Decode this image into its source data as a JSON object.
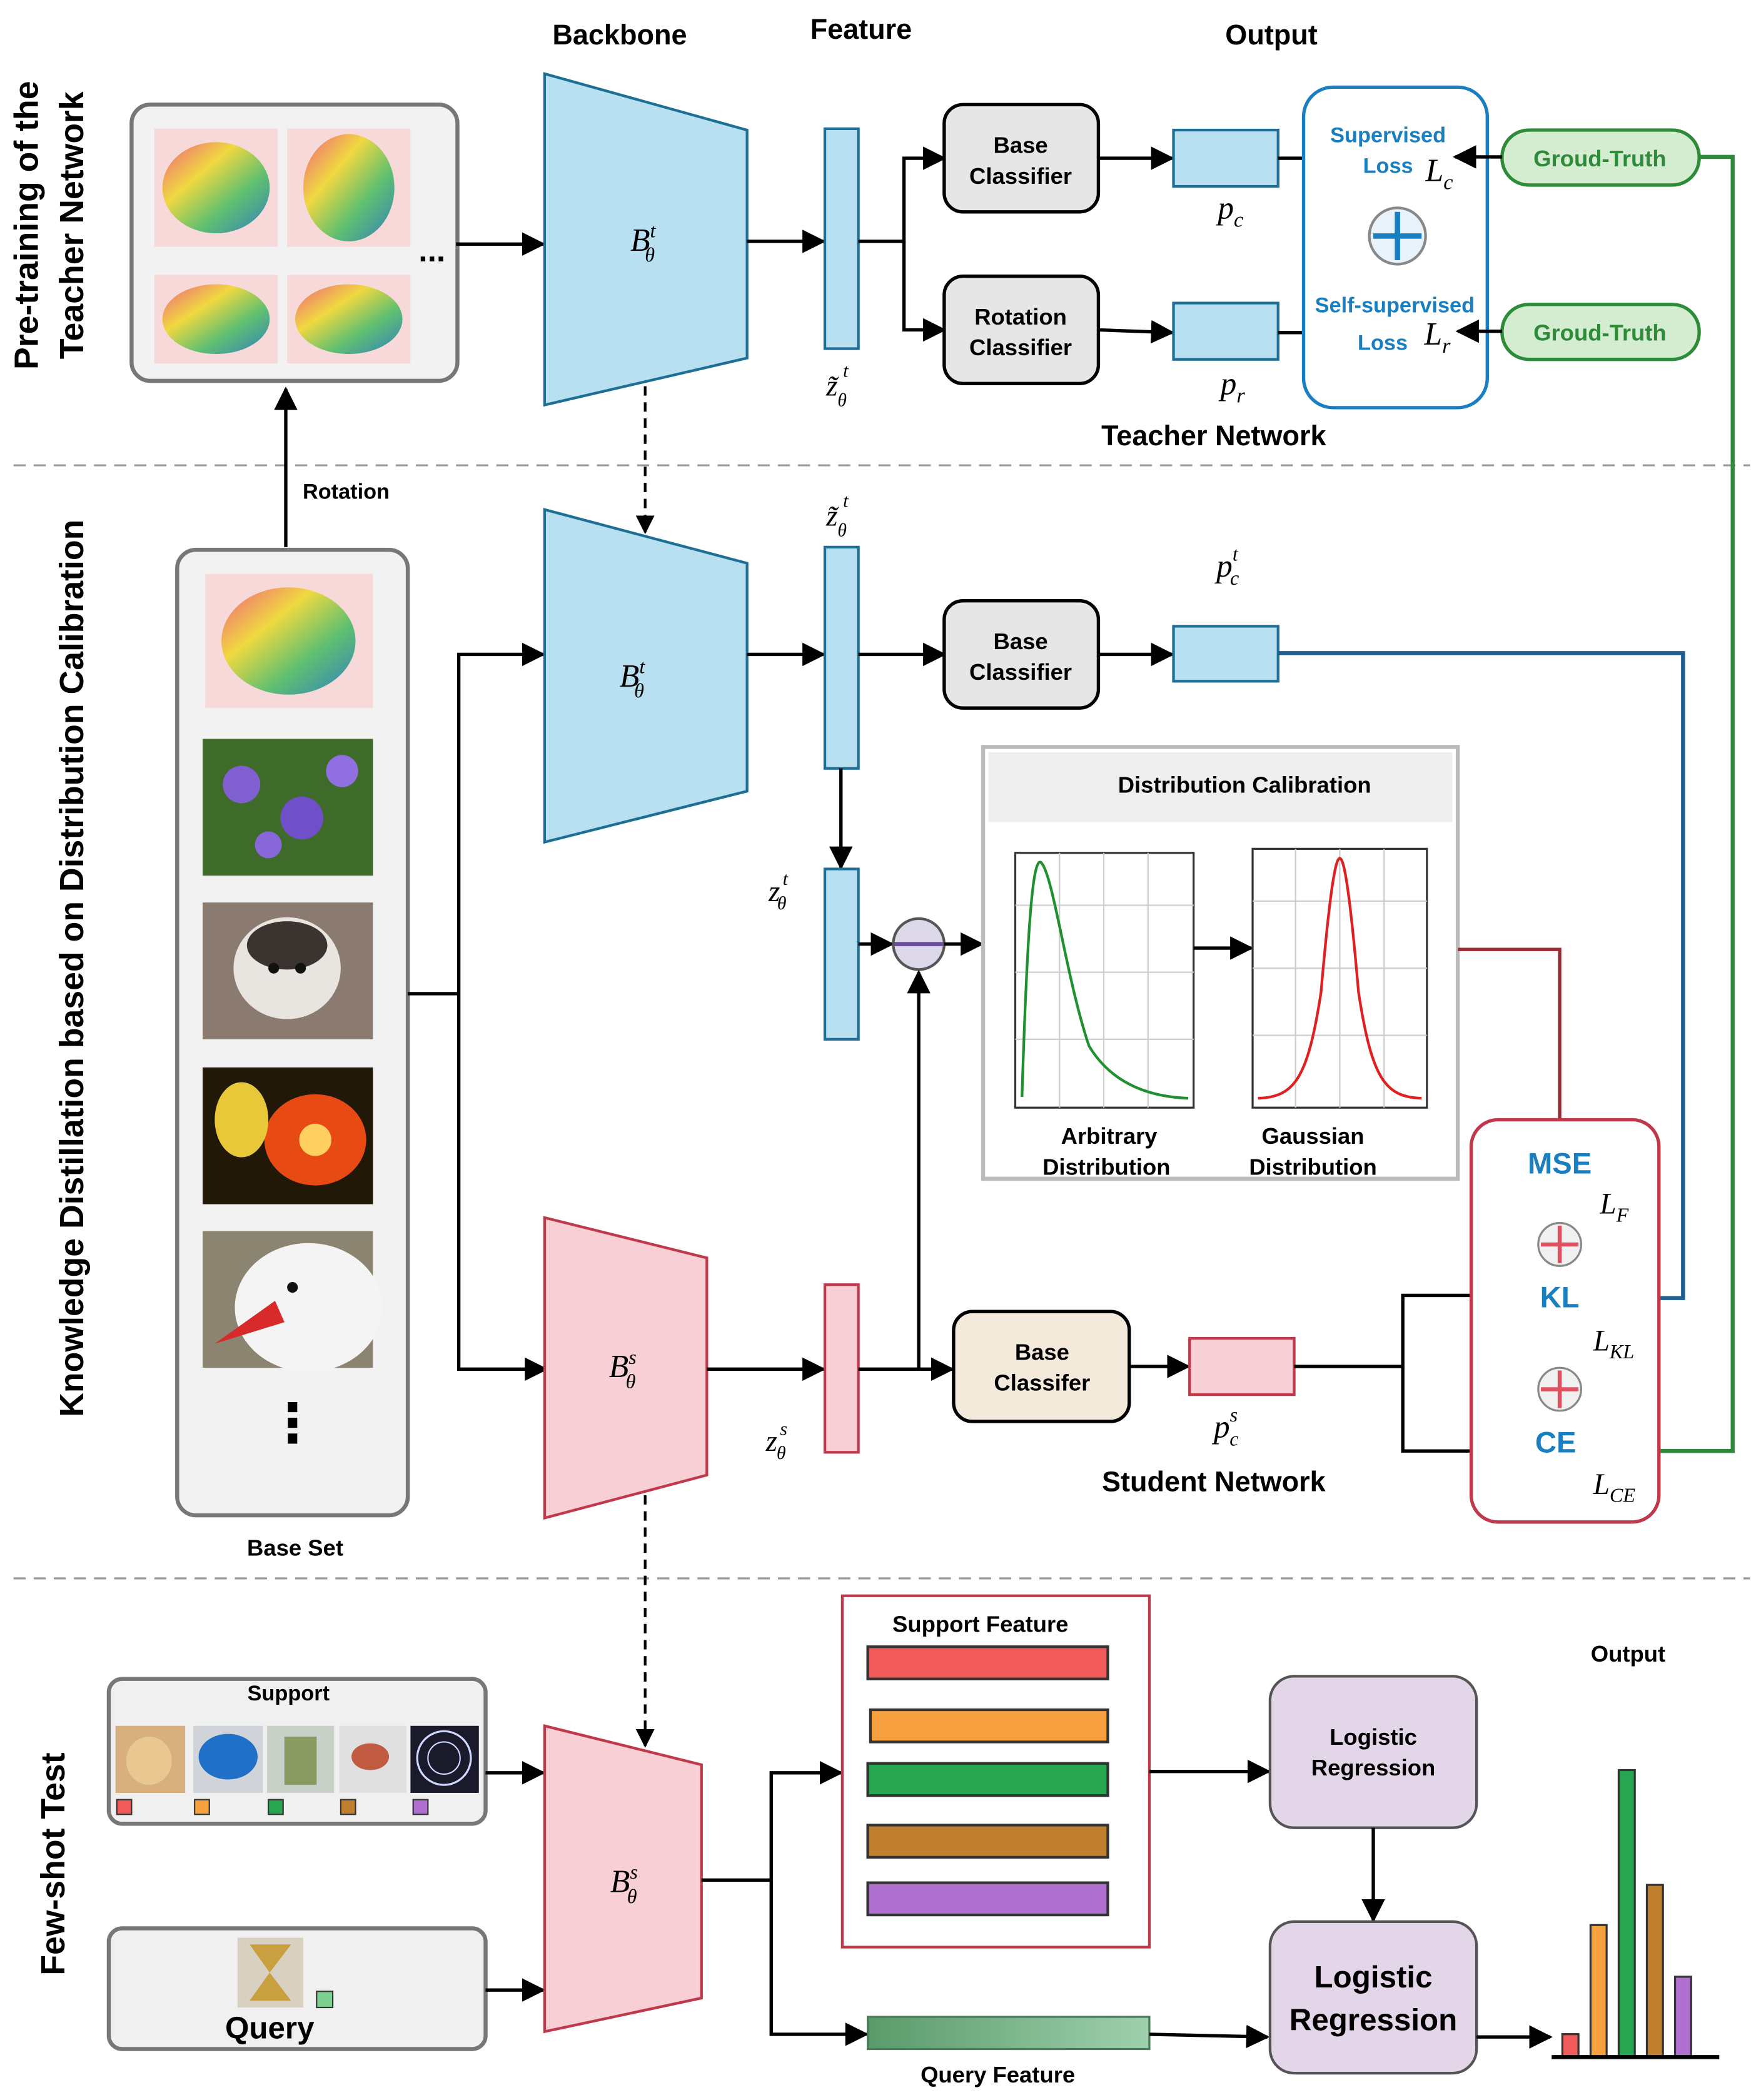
{
  "columns": {
    "backbone": "Backbone",
    "feature": "Feature",
    "output": "Output"
  },
  "sections": {
    "pretrain": [
      "Pre-training of the",
      "Teacher Network"
    ],
    "kd": "Knowledge Distillation based on Distribution Calibration",
    "fewshot": "Few-shot Test"
  },
  "labels": {
    "rotation": "Rotation",
    "base_set": "Base Set",
    "teacher_network": "Teacher Network",
    "student_network": "Student Network",
    "support": "Support",
    "query": "Query",
    "support_feature": "Support Feature",
    "query_feature": "Query Feature",
    "output_right": "Output",
    "ellipsis": "...",
    "vdots": "⋮"
  },
  "teacher": {
    "backbone": {
      "main": "B",
      "sup": "t",
      "sub": "θ"
    },
    "feature_tilde": {
      "main": "z̃",
      "sup": "t",
      "sub": "θ"
    },
    "base_classifier": [
      "Base",
      "Classifier"
    ],
    "rotation_classifier": [
      "Rotation",
      "Classifier"
    ],
    "pc": {
      "main": "p",
      "sub": "c"
    },
    "pr": {
      "main": "p",
      "sub": "r"
    },
    "supervised_loss": [
      "Supervised",
      "Loss"
    ],
    "self_supervised_loss": [
      "Self-supervised",
      "Loss"
    ],
    "lc": {
      "main": "L",
      "sub": "c"
    },
    "lr": {
      "main": "L",
      "sub": "r"
    },
    "ground_truth_1": "Groud-Truth",
    "ground_truth_2": "Groud-Truth"
  },
  "kd": {
    "backbone_t": {
      "main": "B",
      "sup": "t",
      "sub": "θ"
    },
    "feature_tilde": {
      "main": "z̃",
      "sup": "t",
      "sub": "θ"
    },
    "zt": {
      "main": "z",
      "sup": "t",
      "sub": "θ"
    },
    "base_classifier": [
      "Base",
      "Classifier"
    ],
    "pct": {
      "main": "p",
      "sup": "t",
      "sub": "c"
    },
    "dist_calibration": "Distribution Calibration",
    "arbitrary": [
      "Arbitrary",
      "Distribution"
    ],
    "gaussian": [
      "Gaussian",
      "Distribution"
    ],
    "backbone_s": {
      "main": "B",
      "sup": "s",
      "sub": "θ"
    },
    "zs": {
      "main": "z",
      "sup": "s",
      "sub": "θ"
    },
    "student_classifier": [
      "Base",
      "Classifer"
    ],
    "pcs": {
      "main": "p",
      "sup": "s",
      "sub": "c"
    },
    "mse": "MSE",
    "kl": "KL",
    "ce": "CE",
    "lf": {
      "main": "L",
      "sub": "F"
    },
    "lkl": {
      "main": "L",
      "sub": "KL"
    },
    "lce": {
      "main": "L",
      "sub": "CE"
    }
  },
  "fewshot": {
    "backbone_s": {
      "main": "B",
      "sup": "s",
      "sub": "θ"
    },
    "logistic_1": [
      "Logistic",
      "Regression"
    ],
    "logistic_2": [
      "Logistic",
      "Regression"
    ]
  },
  "colors": {
    "teacher_fill": "#b8e0f0",
    "student_fill": "#f9cfd6",
    "loss_blue": "#1a7fc1",
    "gt_green": "#2e8b3a",
    "gt_fill": "#d4ecd0",
    "kd_loss_border": "#c0394b",
    "support_bars": [
      "#f05a5a",
      "#f7a040",
      "#28a550",
      "#c08030",
      "#b070d0"
    ]
  },
  "chart_data": {
    "type": "bar",
    "categories": [
      "",
      "",
      "",
      "",
      ""
    ],
    "values": [
      0.08,
      0.46,
      1.0,
      0.6,
      0.28
    ],
    "colors": [
      "#f05a5a",
      "#f7a040",
      "#28a550",
      "#c08030",
      "#b070d0"
    ]
  }
}
